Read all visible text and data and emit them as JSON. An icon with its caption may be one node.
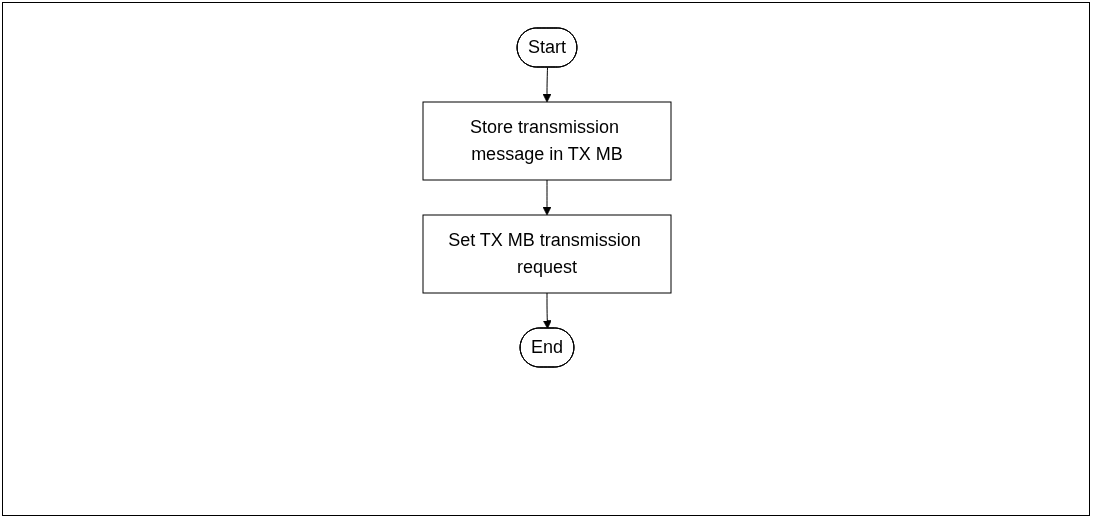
{
  "diagram": {
    "nodes": [
      {
        "text": [
          "Start"
        ]
      },
      {
        "text": [
          "Store transmission message in TX MB"
        ]
      },
      {
        "text": [
          "Set TX MB transmission request"
        ]
      },
      {
        "text": [
          "End"
        ]
      }
    ],
    "edges": [
      {
        "from": 0,
        "to": 1,
        "arrow": "to"
      },
      {
        "from": 1,
        "to": 2,
        "arrow": "to"
      },
      {
        "from": 2,
        "to": 3,
        "arrow": "to"
      }
    ]
  }
}
